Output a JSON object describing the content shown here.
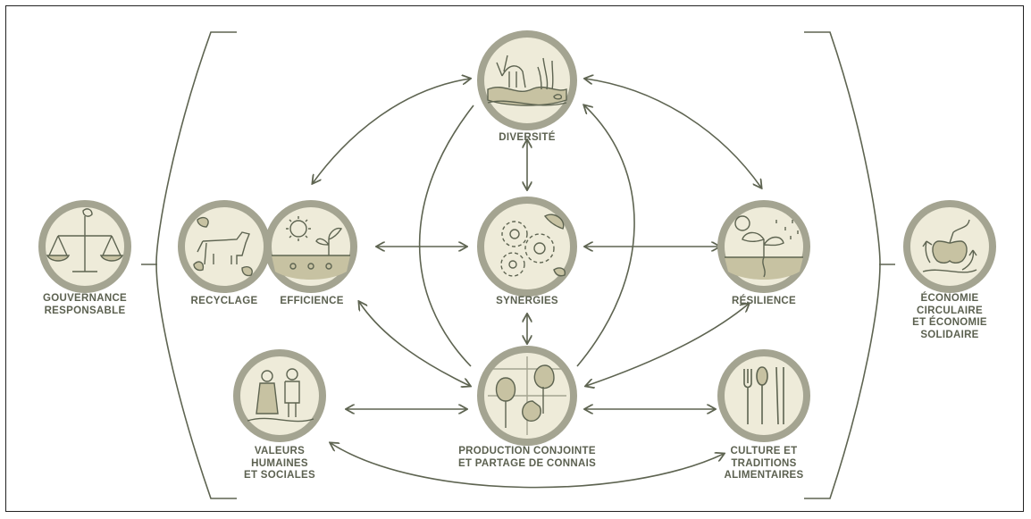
{
  "colors": {
    "stroke": "#5e6451",
    "ring": "#a4a491",
    "fill": "#eeebd9",
    "accent": "#c7c2a2",
    "label": "#5c6150"
  },
  "nodes": {
    "diversite": {
      "label": "DIVERSITÉ",
      "icon": "wildlife-landscape-icon"
    },
    "recyclage": {
      "label": "RECYCLAGE",
      "icon": "cow-leaves-icon"
    },
    "efficience": {
      "label": "EFFICIENCE",
      "icon": "sun-seedling-icon"
    },
    "synergies": {
      "label": "SYNERGIES",
      "icon": "gears-icon"
    },
    "resilience": {
      "label": "RÉSILIENCE",
      "icon": "plant-rain-icon"
    },
    "gouvernance": {
      "label": "GOUVERNANCE\nRESPONSABLE",
      "icon": "scales-icon"
    },
    "economie": {
      "label": "ÉCONOMIE\nCIRCULAIRE\nET ÉCONOMIE\nSOLIDAIRE",
      "icon": "apple-cycle-icon"
    },
    "production": {
      "label": "PRODUCTION CONJOINTE\nET PARTAGE DE CONNAIS",
      "icon": "trees-puzzle-icon"
    },
    "valeurs": {
      "label": "VALEURS\nHUMAINES\nET SOCIALES",
      "icon": "farmers-icon"
    },
    "culture": {
      "label": "CULTURE ET\nTRADITIONS\nALIMENTAIRES",
      "icon": "utensils-icon"
    }
  }
}
